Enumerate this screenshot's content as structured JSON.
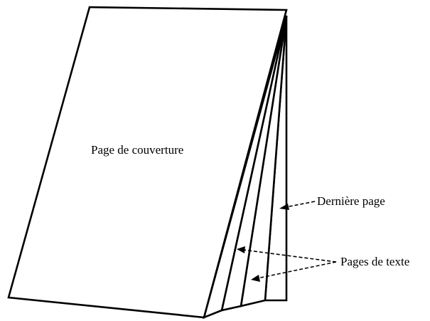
{
  "labels": {
    "cover": "Page de couverture",
    "last_page": "Dernière page",
    "text_pages": "Pages de texte"
  },
  "colors": {
    "stroke": "#000000",
    "fill": "#ffffff"
  }
}
